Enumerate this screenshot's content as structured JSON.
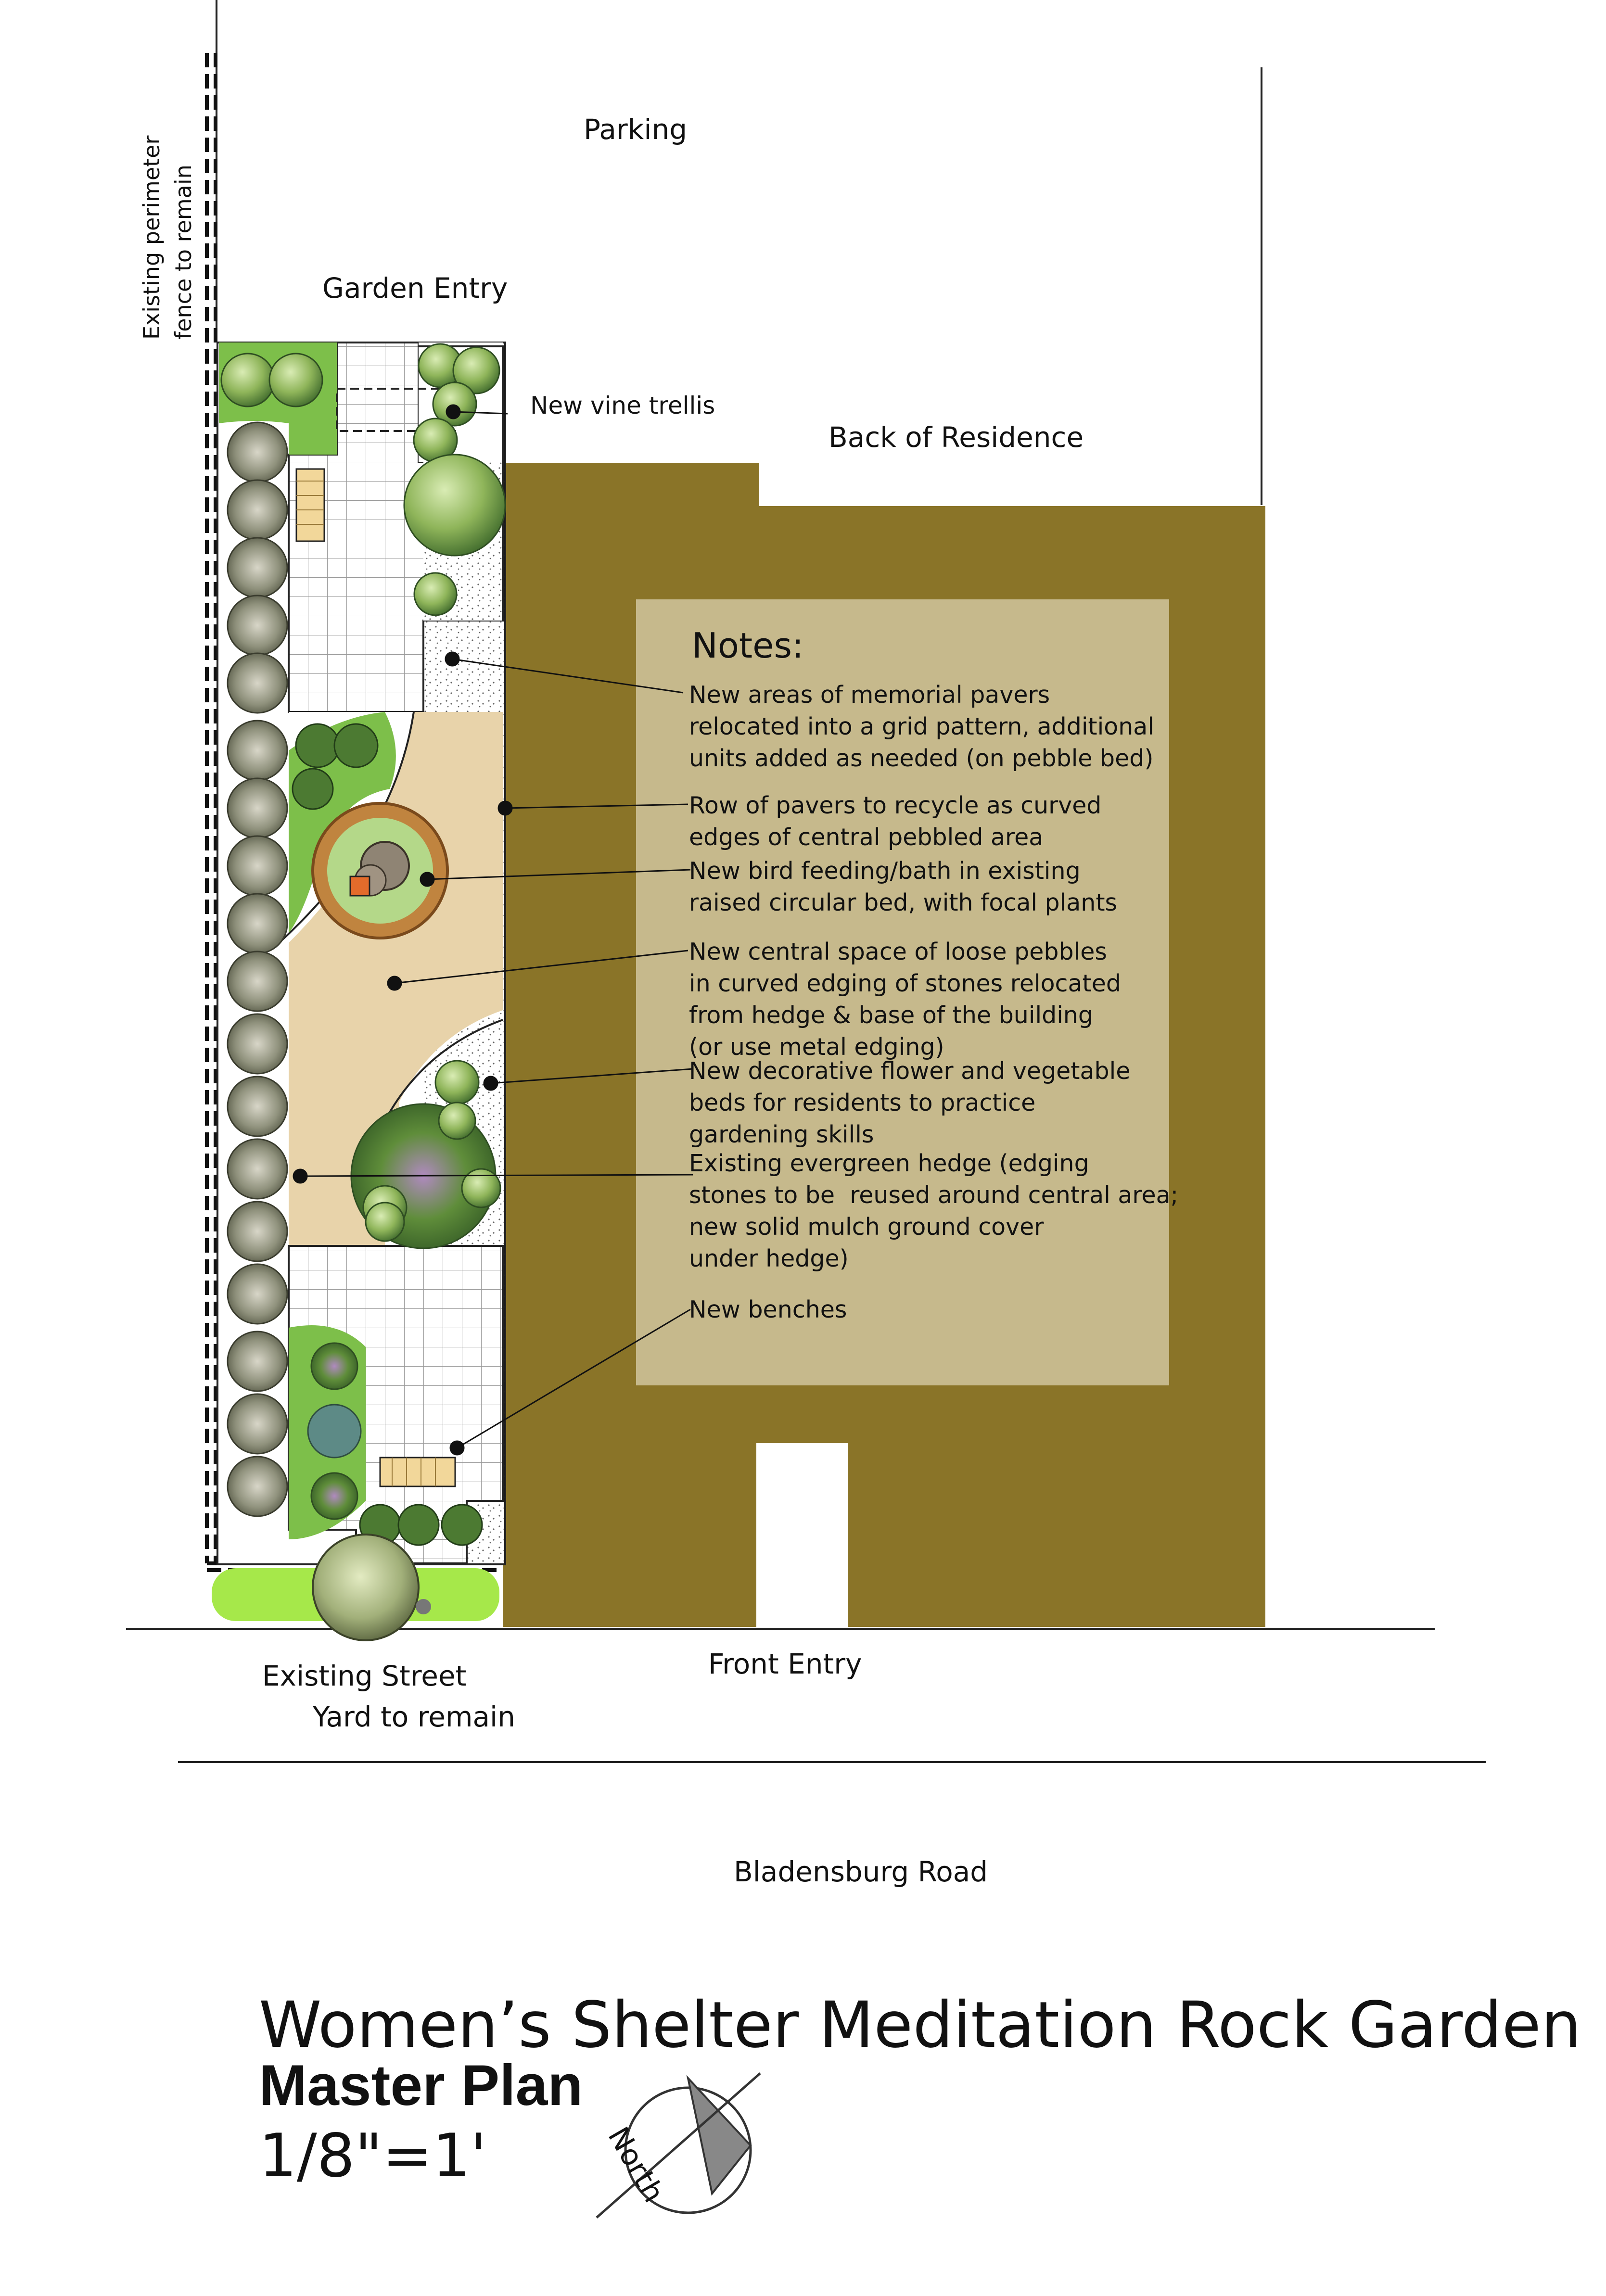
{
  "labels": {
    "parking": "Parking",
    "garden_entry": "Garden Entry",
    "fence": [
      "Existing perimeter",
      "fence to remain"
    ],
    "vine_trellis": "New vine trellis",
    "back_of_residence": "Back of Residence",
    "front_entry": "Front Entry",
    "street_yard": [
      "Existing Street",
      "Yard to remain"
    ],
    "road": "Bladensburg Road"
  },
  "notes": {
    "heading": "Notes:",
    "items": [
      "New areas of memorial pavers\nrelocated into a grid pattern, additional\nunits added as needed (on pebble bed)",
      "Row of pavers to recycle as curved\nedges of central pebbled area",
      "New bird feeding/bath in existing\nraised circular bed, with focal plants",
      "New central space of loose pebbles\nin curved edging of stones relocated\nfrom hedge & base of the building\n(or use metal edging)",
      "New decorative flower and vegetable\nbeds for residents to practice\ngardening skills",
      "Existing evergreen hedge (edging\nstones to be  reused around central area;\nnew solid mulch ground cover\nunder hedge)",
      "New benches"
    ]
  },
  "title": {
    "line1": "Women’s Shelter Meditation Rock Garden",
    "line2": "Master Plan",
    "scale": "1/8\"=1'"
  },
  "north_arrow": {
    "label": "North"
  },
  "colors": {
    "building": "#8a7428",
    "notes_panel": "#c6b98c",
    "pebbles": "#e8d3aa",
    "lawn": "#a6e84a",
    "planting": "#7dbf4a",
    "hedge": "#666a52"
  }
}
